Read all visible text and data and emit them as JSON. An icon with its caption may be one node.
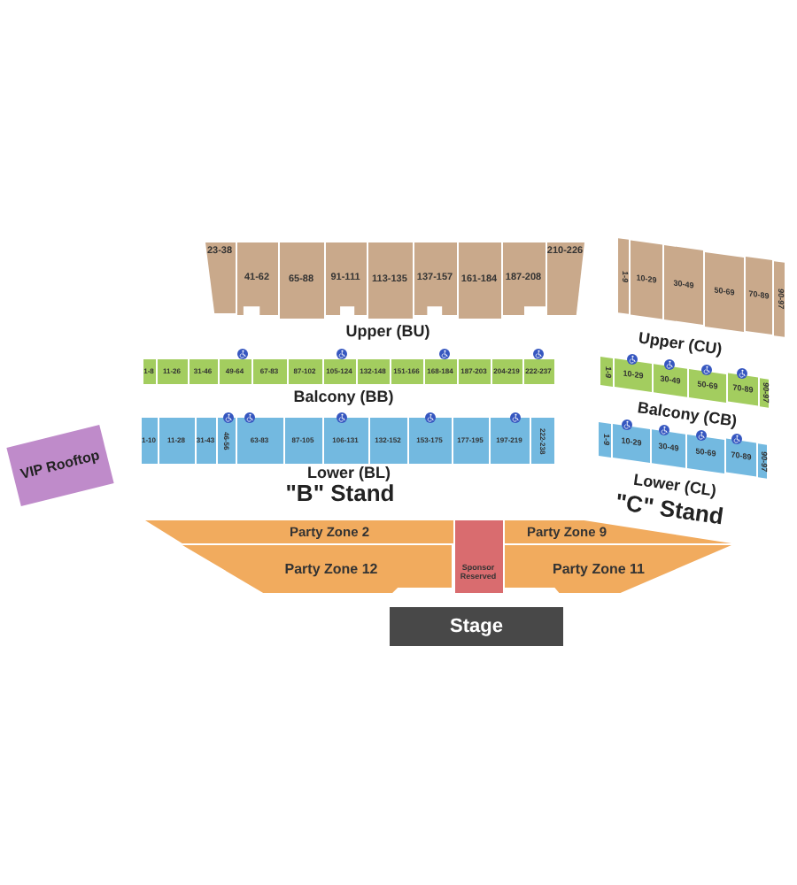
{
  "diagram": {
    "nodes": [
      {
        "text": [
          "23-38"
        ]
      },
      {
        "text": [
          "41-62"
        ]
      },
      {
        "text": [
          "65-88"
        ]
      },
      {
        "text": [
          "91-111"
        ]
      },
      {
        "text": [
          "113-135"
        ]
      },
      {
        "text": [
          "137-157"
        ]
      },
      {
        "text": [
          "161-184"
        ]
      },
      {
        "text": [
          "187-208"
        ]
      },
      {
        "text": [
          "210-226"
        ]
      },
      {
        "text": [
          "1-9"
        ]
      },
      {
        "text": [
          "10-29"
        ]
      },
      {
        "text": [
          "30-49"
        ]
      },
      {
        "text": [
          "50-69"
        ]
      },
      {
        "text": [
          "70-89"
        ]
      },
      {
        "text": [
          "90-97"
        ]
      },
      {
        "text": [
          "1-8"
        ]
      },
      {
        "text": [
          "11-26"
        ]
      },
      {
        "text": [
          "31-46"
        ]
      },
      {
        "text": [
          "49-64"
        ]
      },
      {
        "text": [
          "67-83"
        ]
      },
      {
        "text": [
          "87-102"
        ]
      },
      {
        "text": [
          "105-124"
        ]
      },
      {
        "text": [
          "132-148"
        ]
      },
      {
        "text": [
          "151-166"
        ]
      },
      {
        "text": [
          "168-184"
        ]
      },
      {
        "text": [
          "187-203"
        ]
      },
      {
        "text": [
          "204-219"
        ]
      },
      {
        "text": [
          "222-237"
        ]
      },
      {
        "text": [
          "1-9"
        ]
      },
      {
        "text": [
          "10-29"
        ]
      },
      {
        "text": [
          "30-49"
        ]
      },
      {
        "text": [
          "50-69"
        ]
      },
      {
        "text": [
          "70-89"
        ]
      },
      {
        "text": [
          "90-97"
        ]
      },
      {
        "text": [
          "1-10"
        ]
      },
      {
        "text": [
          "11-28"
        ]
      },
      {
        "text": [
          "31-43"
        ]
      },
      {
        "text": [
          "46-56"
        ]
      },
      {
        "text": [
          "63-83"
        ]
      },
      {
        "text": [
          "87-105"
        ]
      },
      {
        "text": [
          "106-131"
        ]
      },
      {
        "text": [
          "132-152"
        ]
      },
      {
        "text": [
          "153-175"
        ]
      },
      {
        "text": [
          "177-195"
        ]
      },
      {
        "text": [
          "197-219"
        ]
      },
      {
        "text": [
          "222-238"
        ]
      },
      {
        "text": [
          "1-9"
        ]
      },
      {
        "text": [
          "10-29"
        ]
      },
      {
        "text": [
          "30-49"
        ]
      },
      {
        "text": [
          "50-69"
        ]
      },
      {
        "text": [
          "70-89"
        ]
      },
      {
        "text": [
          "90-97"
        ]
      },
      {
        "text": [
          "VIP Rooftop"
        ]
      },
      {
        "text": [
          "Party Zone 2"
        ]
      },
      {
        "text": [
          "Sponsor Reserved"
        ]
      },
      {
        "text": [
          "Party Zone 9"
        ]
      },
      {
        "text": [
          "Party Zone 12"
        ]
      },
      {
        "text": [
          "Party Zone 11"
        ]
      },
      {
        "text": [
          "Stage"
        ]
      }
    ],
    "labels": [
      "Upper (BU)",
      "Upper (CU)",
      "Balcony (BB)",
      "Balcony (CB)",
      "Lower (BL)",
      "Lower (CL)",
      "\"B\" Stand",
      "\"C\" Stand"
    ]
  }
}
